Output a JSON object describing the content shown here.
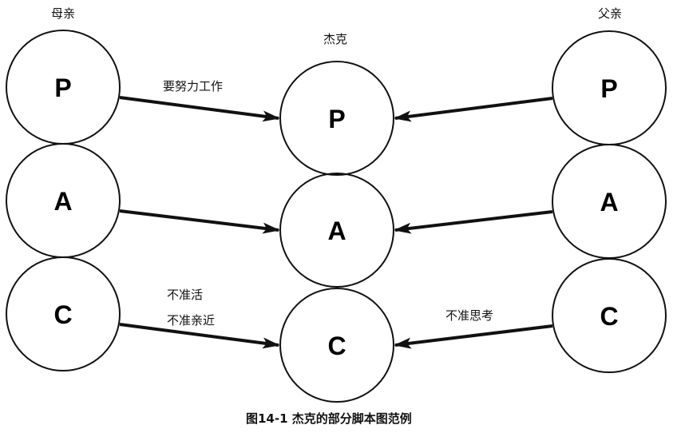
{
  "columns": {
    "mother": "母亲",
    "jack": "杰克",
    "father": "父亲"
  },
  "nodes": {
    "mother": [
      "P",
      "A",
      "C"
    ],
    "jack": [
      "P",
      "A",
      "C"
    ],
    "father": [
      "P",
      "A",
      "C"
    ]
  },
  "edge_labels": {
    "mother_p": "要努力工作",
    "mother_c_line1": "不准活",
    "mother_c_line2": "不准亲近",
    "father_c": "不准思考"
  },
  "caption": "图14-1  杰克的部分脚本图范例"
}
